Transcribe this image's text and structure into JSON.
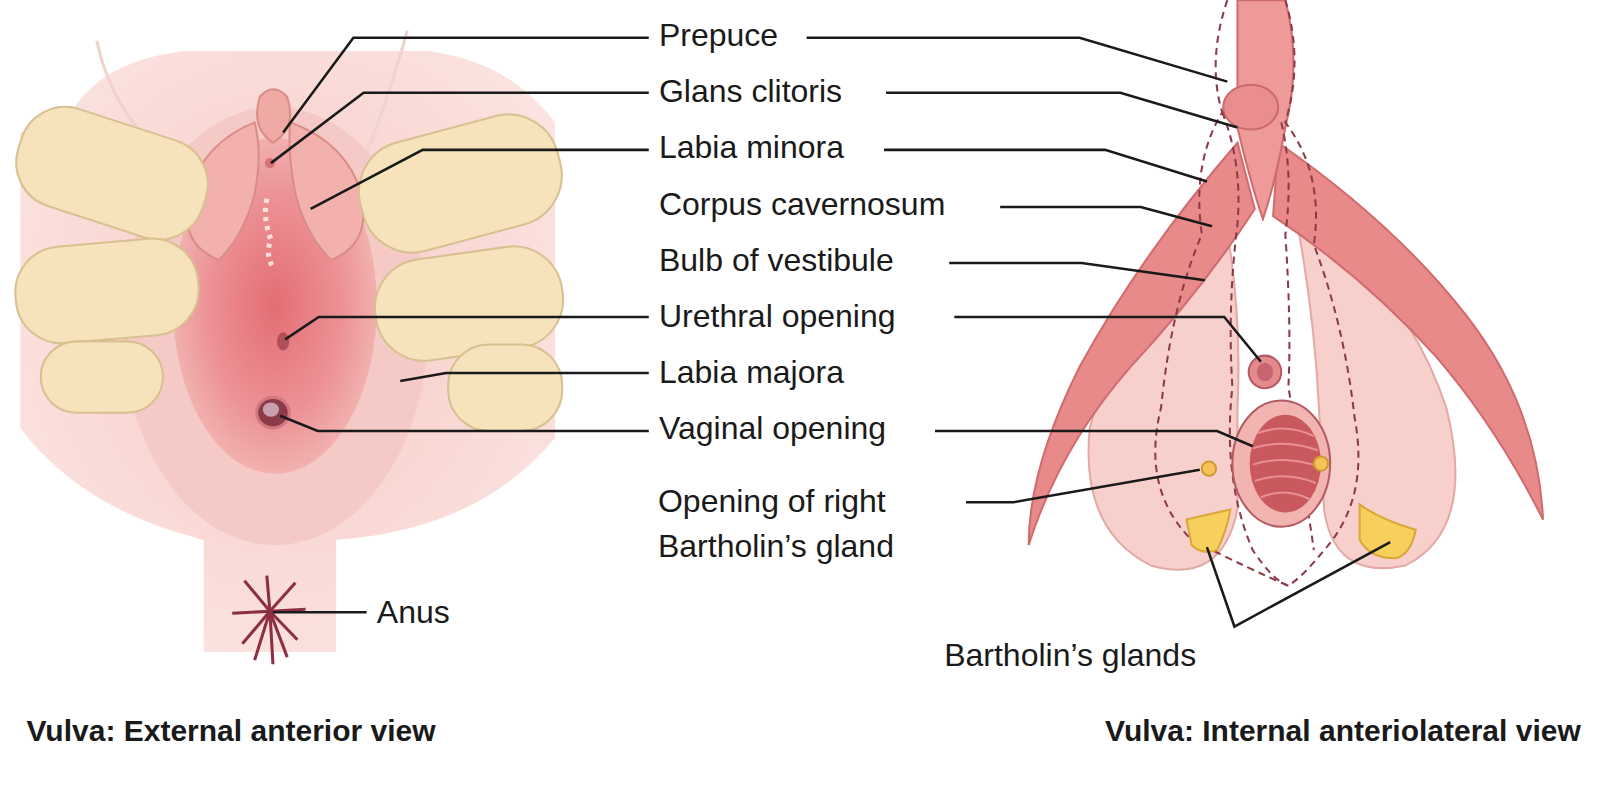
{
  "diagram": {
    "labels": [
      "Prepuce",
      "Glans clitoris",
      "Labia minora",
      "Corpus cavernosum",
      "Bulb of vestibule",
      "Urethral opening",
      "Labia majora",
      "Vaginal opening",
      "Opening of right Bartholin’s gland",
      "Bartholin’s glands",
      "Anus",
      "Vulva: External anterior view",
      "Vulva: Internal anteriolateral view"
    ]
  }
}
